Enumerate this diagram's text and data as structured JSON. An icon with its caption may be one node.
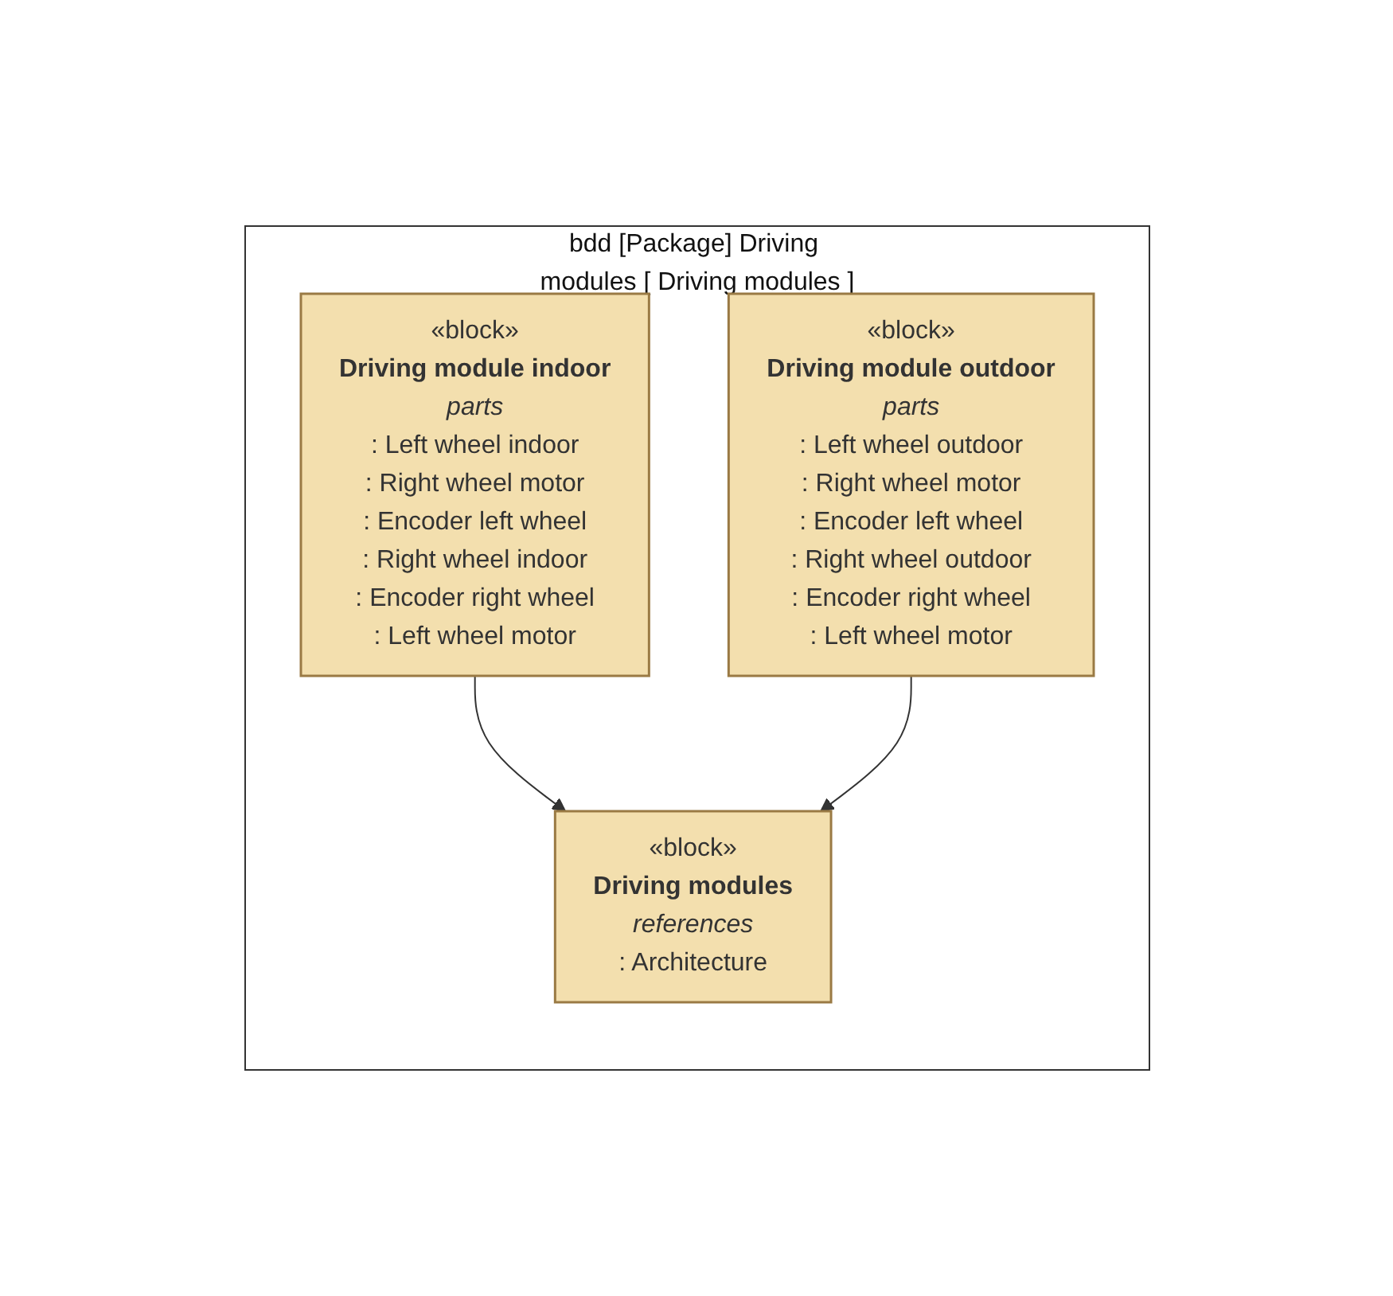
{
  "diagram": {
    "nodes": [
      {
        "text": [
          "bdd [Package] Driving modules [ Driving modules ]"
        ]
      },
      {
        "text": [
          "«block»",
          "Driving modules",
          "references",
          ": Architecture"
        ],
        "in": 0
      },
      {
        "text": [
          "«block»",
          "Driving module indoor",
          "parts",
          ": Left wheel indoor",
          ": Right wheel motor",
          ": Encoder left wheel",
          ": Right wheel indoor",
          ": Encoder right wheel",
          ": Left wheel motor"
        ],
        "in": 0
      },
      {
        "text": [
          "«block»",
          "Driving module outdoor",
          "parts",
          ": Left wheel outdoor",
          ": Right wheel motor",
          ": Encoder left wheel",
          ": Right wheel outdoor",
          ": Encoder right wheel",
          ": Left wheel motor"
        ],
        "in": 0
      }
    ],
    "edges": [
      {
        "from": 2,
        "to": 1,
        "arrow": "to"
      },
      {
        "from": 3,
        "to": 1,
        "arrow": "to"
      }
    ]
  }
}
